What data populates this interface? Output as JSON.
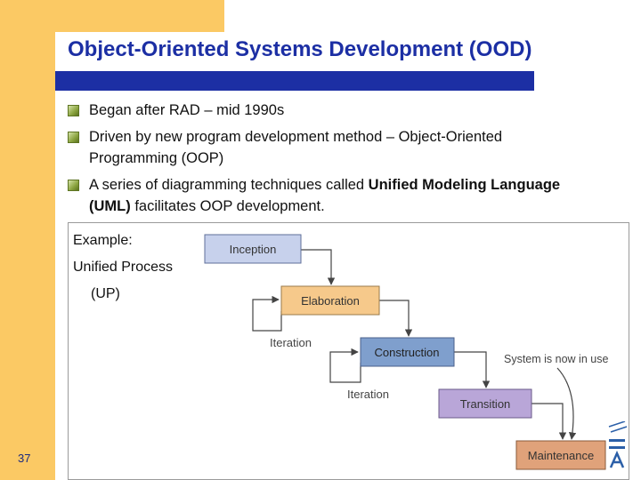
{
  "slide": {
    "title": "Object-Oriented Systems Development (OOD)",
    "page_number": "37",
    "colors": {
      "accent": "#1c2fa4",
      "corner": "#fbc964",
      "bullet": "#8aa33f"
    }
  },
  "bullets": [
    {
      "parts": [
        "Began after RAD – mid 1990s"
      ]
    },
    {
      "parts": [
        "Driven by new program development method – Object-Oriented",
        "Programming (OOP)"
      ]
    },
    {
      "pre": "A series of diagramming techniques called ",
      "bold1": "Unified Modeling Language",
      "bold2": "(UML)",
      "post": " facilitates OOP development."
    }
  ],
  "example": {
    "label": "Example:",
    "name": "Unified Process",
    "abbr": "(UP)"
  },
  "diagram": {
    "phases": [
      {
        "name": "Inception",
        "color": "#c7d1ec"
      },
      {
        "name": "Elaboration",
        "color": "#f6c98b"
      },
      {
        "name": "Construction",
        "color": "#7f9fcd"
      },
      {
        "name": "Transition",
        "color": "#b9a6d8"
      },
      {
        "name": "Maintenance",
        "color": "#e0a27a"
      }
    ],
    "labels": {
      "iteration1": "Iteration",
      "iteration2": "Iteration",
      "in_use": "System is now in use"
    }
  }
}
